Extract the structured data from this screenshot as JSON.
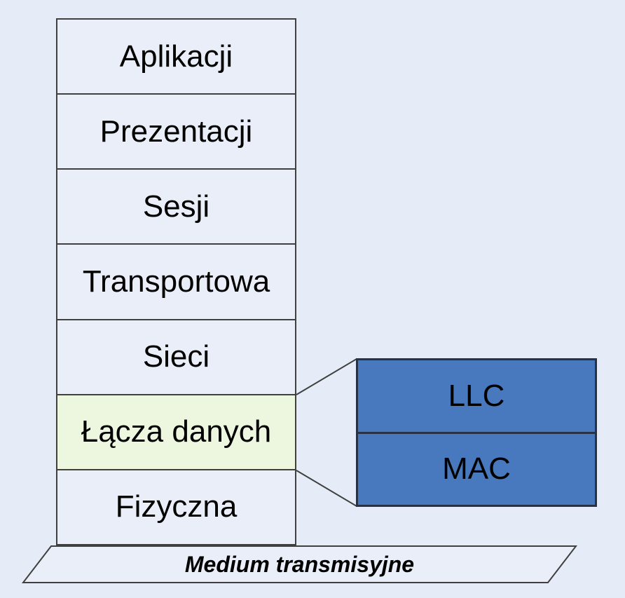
{
  "colors": {
    "bg": "#e6ecf7",
    "box-fill": "#e9eef8",
    "highlight-fill": "#edf6df",
    "sub-fill": "#4878bd",
    "line": "#404040",
    "sub-border": "#273246",
    "text": "#000000"
  },
  "osi_stack": {
    "layers": [
      {
        "label": "Aplikacji"
      },
      {
        "label": "Prezentacji"
      },
      {
        "label": "Sesji"
      },
      {
        "label": "Transportowa"
      },
      {
        "label": "Sieci"
      },
      {
        "label": "Łącza danych",
        "highlighted": true
      },
      {
        "label": "Fizyczna"
      }
    ]
  },
  "sublayers": [
    {
      "label": "LLC"
    },
    {
      "label": "MAC"
    }
  ],
  "medium": {
    "label": "Medium transmisyjne"
  }
}
